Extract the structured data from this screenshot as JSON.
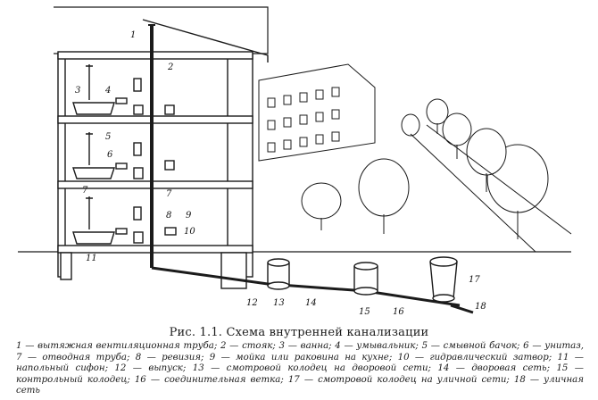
{
  "labels": [
    {
      "id": "1",
      "text": "1"
    },
    {
      "id": "2",
      "text": "2"
    },
    {
      "id": "3",
      "text": "3"
    },
    {
      "id": "4",
      "text": "4"
    },
    {
      "id": "5",
      "text": "5"
    },
    {
      "id": "6",
      "text": "6"
    },
    {
      "id": "7a",
      "text": "7"
    },
    {
      "id": "7b",
      "text": "7"
    },
    {
      "id": "8",
      "text": "8"
    },
    {
      "id": "9",
      "text": "9"
    },
    {
      "id": "10",
      "text": "10"
    },
    {
      "id": "11",
      "text": "11"
    },
    {
      "id": "12",
      "text": "12"
    },
    {
      "id": "13",
      "text": "13"
    },
    {
      "id": "14",
      "text": "14"
    },
    {
      "id": "15",
      "text": "15"
    },
    {
      "id": "16",
      "text": "16"
    },
    {
      "id": "17",
      "text": "17"
    },
    {
      "id": "18",
      "text": "18"
    }
  ],
  "caption": "Рис. 1.1. Схема внутренней канализации",
  "legend": [
    "1 — вытяжная вентиляционная труба; 2 — стояк; 3 — ванна; 4 — умывальник; 5 — смывной бачок; 6 — унитаз, 7 — отводная труба; 8 — ревизия; 9 — мойка или раковина на кухне; 10 — гидравлический затвор; 11 — напольный сифон; 12 — выпуск; 13 — смотровой колодец на дворовой сети; 14 — дворовая сеть; 15 — контрольный колодец; 16 — соединительная ветка; 17 — смотровой колодец на уличной сети; 18 — уличная сеть"
  ]
}
